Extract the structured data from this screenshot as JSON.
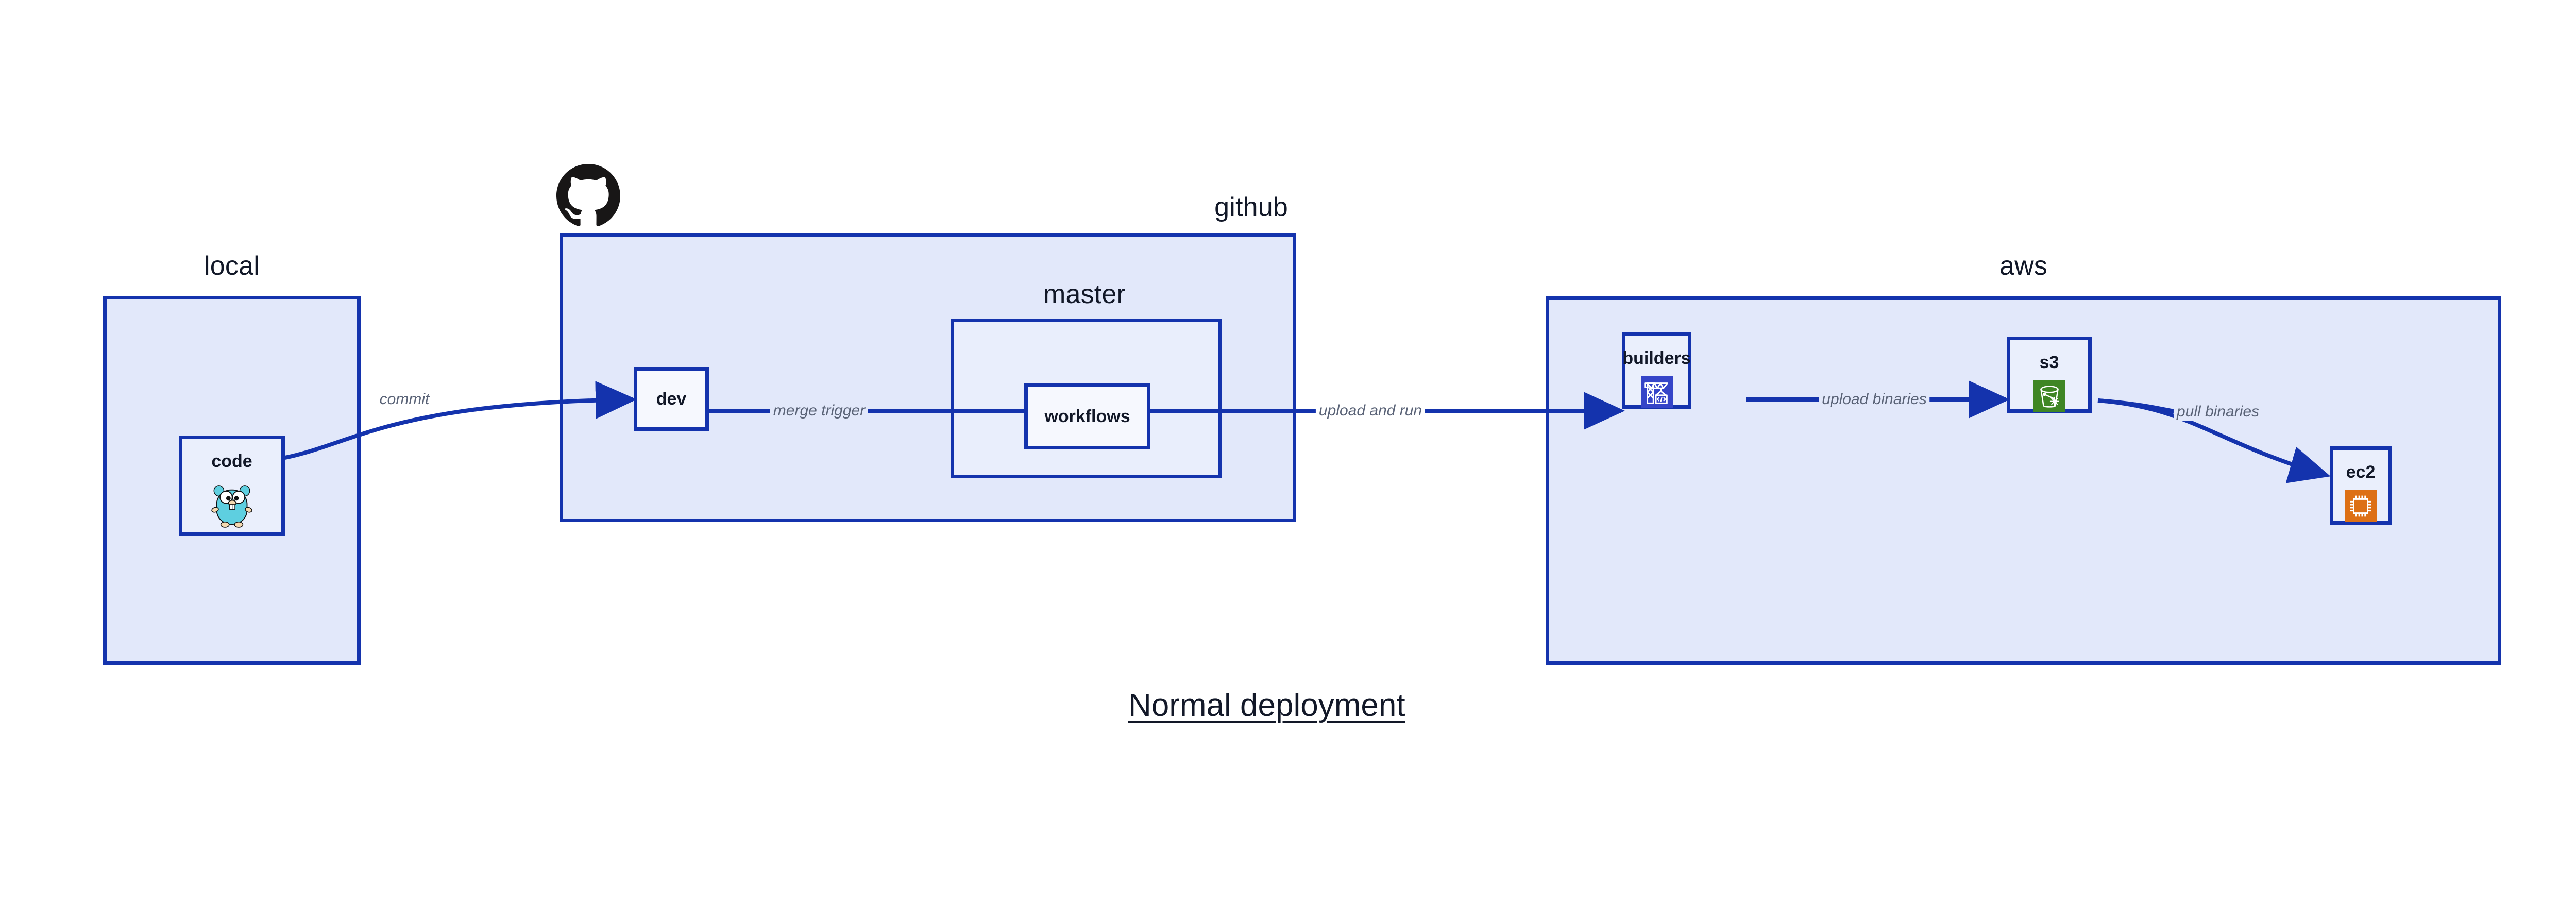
{
  "diagram": {
    "caption": "Normal deployment",
    "colors": {
      "group_border": "#1433ad",
      "group_fill": "#e2e8fa",
      "inner_group_fill": "#e9eefc",
      "node_fill": "#eaeffc",
      "node_plain_fill": "#f6f8fe",
      "edge_stroke": "#1433ad",
      "edge_label_text": "#5a6377",
      "text": "#121828",
      "builders_icon_bg": "#3545c8",
      "s3_icon_bg": "#3f8624",
      "ec2_icon_bg": "#dd7015",
      "gopher_body": "#5ecfe0",
      "gopher_limb": "#f5d9b0",
      "github_logo": "#181616"
    },
    "groups": [
      {
        "id": "local",
        "title": "local"
      },
      {
        "id": "github",
        "title": "github"
      },
      {
        "id": "master",
        "title": "master"
      },
      {
        "id": "aws",
        "title": "aws"
      }
    ],
    "nodes": [
      {
        "id": "code",
        "label": "code",
        "icon": "go-gopher-icon"
      },
      {
        "id": "dev",
        "label": "dev",
        "icon": "none"
      },
      {
        "id": "workflows",
        "label": "workflows",
        "icon": "none"
      },
      {
        "id": "builders",
        "label": "builders",
        "icon": "crane-code-icon"
      },
      {
        "id": "s3",
        "label": "s3",
        "icon": "s3-bucket-icon"
      },
      {
        "id": "ec2",
        "label": "ec2",
        "icon": "cpu-chip-icon"
      }
    ],
    "edges": [
      {
        "id": "commit",
        "label": "commit",
        "from": "code",
        "to": "dev"
      },
      {
        "id": "merge-trigger",
        "label": "merge trigger",
        "from": "dev",
        "to": "workflows"
      },
      {
        "id": "upload-and-run",
        "label": "upload and run",
        "from": "workflows",
        "to": "builders"
      },
      {
        "id": "upload-binaries",
        "label": "upload binaries",
        "from": "builders",
        "to": "s3"
      },
      {
        "id": "pull-binaries",
        "label": "pull binaries",
        "from": "s3",
        "to": "ec2"
      }
    ],
    "logos": [
      {
        "id": "github-octocat",
        "name": "github-octocat-logo"
      }
    ]
  }
}
